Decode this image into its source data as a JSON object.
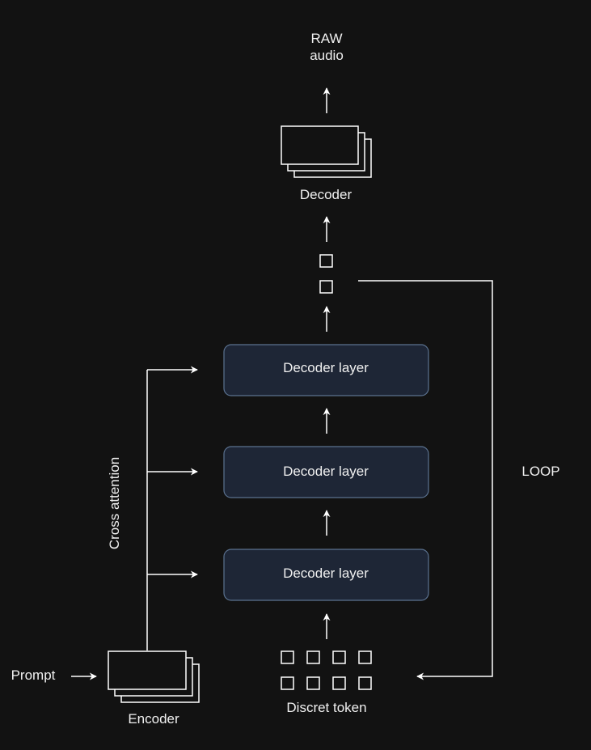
{
  "output": {
    "line1": "RAW",
    "line2": "audio"
  },
  "decoder": {
    "label": "Decoder"
  },
  "layers": [
    {
      "label": "Decoder layer"
    },
    {
      "label": "Decoder layer"
    },
    {
      "label": "Decoder layer"
    }
  ],
  "loop": {
    "label": "LOOP"
  },
  "cross_attention": {
    "label": "Cross attention"
  },
  "prompt": {
    "label": "Prompt"
  },
  "encoder": {
    "label": "Encoder"
  },
  "tokens": {
    "label": "Discret token"
  },
  "colors": {
    "background": "#121212",
    "layer_fill": "#1e2636",
    "layer_border": "#5b7290",
    "stroke": "#ffffff"
  }
}
